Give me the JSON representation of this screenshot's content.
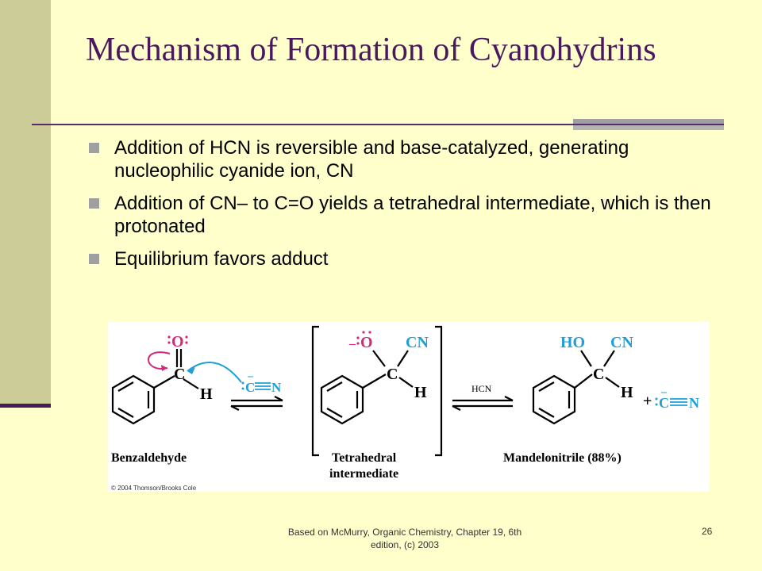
{
  "slide": {
    "title": "Mechanism of Formation of Cyanohydrins",
    "bullets": [
      "Addition of HCN is reversible and base-catalyzed, generating nucleophilic cyanide ion, CN",
      "Addition of CN– to C=O yields a tetrahedral intermediate, which is then protonated",
      "Equilibrium favors adduct"
    ],
    "footer": "Based on McMurry, Organic Chemistry, Chapter 19, 6th edition, (c) 2003",
    "page_number": "26"
  },
  "figure": {
    "labels": {
      "benzaldehyde": "Benzaldehyde",
      "tetrahedral_1": "Tetrahedral",
      "tetrahedral_2": "intermediate",
      "mandelonitrile": "Mandelonitrile (88%)",
      "copyright": "© 2004 Thomson/Brooks Cole",
      "arrow_reagent": "HCN"
    },
    "atoms": {
      "o": "O",
      "c": "C",
      "h": "H",
      "cn": "CN",
      "n": "N",
      "ho": "HO",
      "minus": "–",
      "plus": "+"
    },
    "colors": {
      "magenta": "#d4287a",
      "cyan": "#1f9fd6",
      "title": "#4b1860",
      "sidebar": "#cccc99"
    }
  }
}
